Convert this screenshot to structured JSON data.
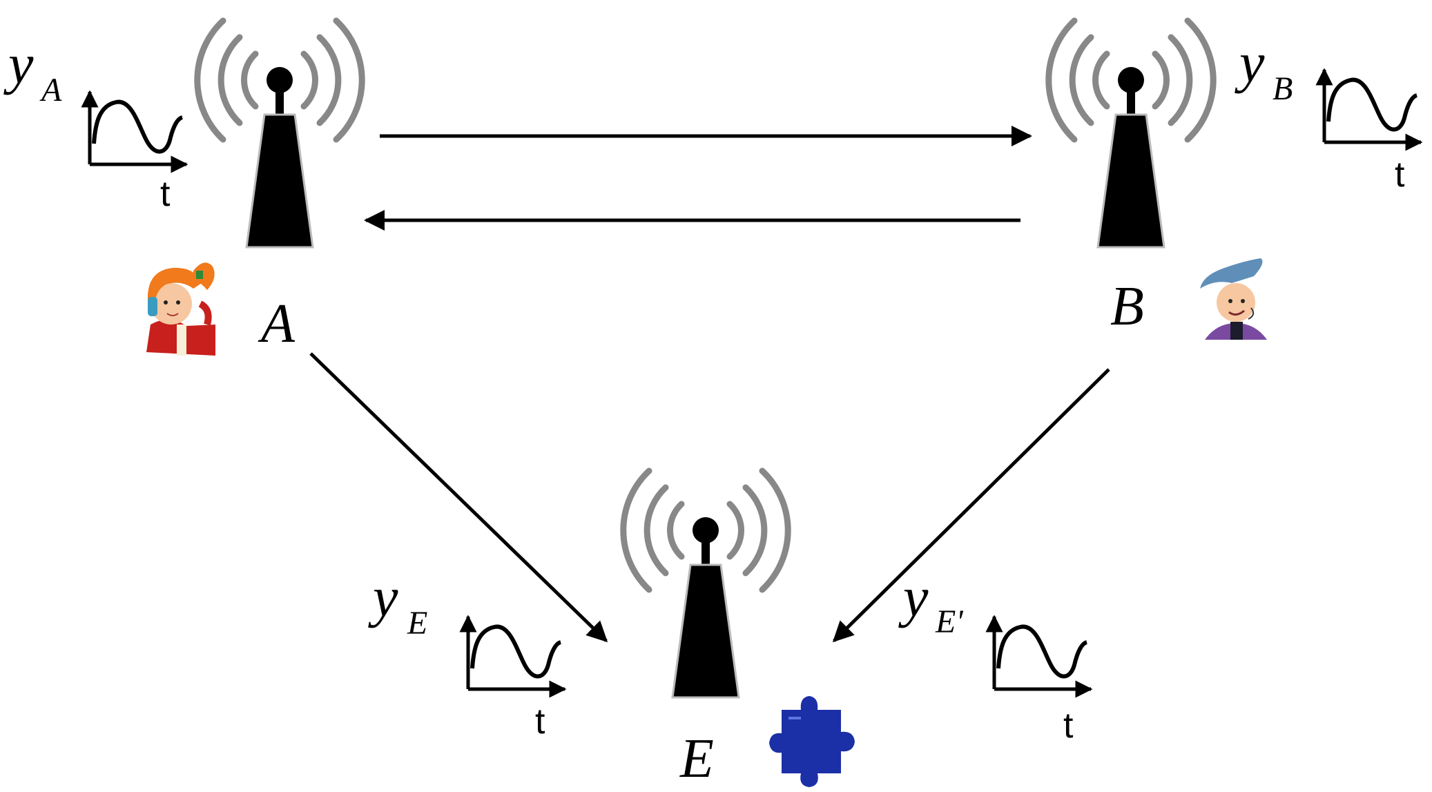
{
  "nodes": {
    "a": {
      "label": "A"
    },
    "b": {
      "label": "B"
    },
    "e": {
      "label": "E"
    }
  },
  "signals": {
    "a": {
      "symbol": "y",
      "subscript": "A",
      "time_label": "t"
    },
    "b": {
      "symbol": "y",
      "subscript": "B",
      "time_label": "t"
    },
    "e": {
      "symbol": "y",
      "subscript": "E",
      "time_label": "t"
    },
    "e_prime": {
      "symbol": "y",
      "subscript": "E'",
      "time_label": "t"
    }
  },
  "icons": {
    "alice": "alice-avatar-icon",
    "bob": "bob-avatar-icon",
    "eve": "puzzle-piece-icon",
    "tower": "radio-tower-icon"
  },
  "colors": {
    "alice_hair": "#f07a1c",
    "alice_jacket": "#c8201c",
    "bob_cap": "#5f8fb8",
    "bob_coat": "#7a4aa0",
    "puzzle": "#1b2fa6"
  }
}
